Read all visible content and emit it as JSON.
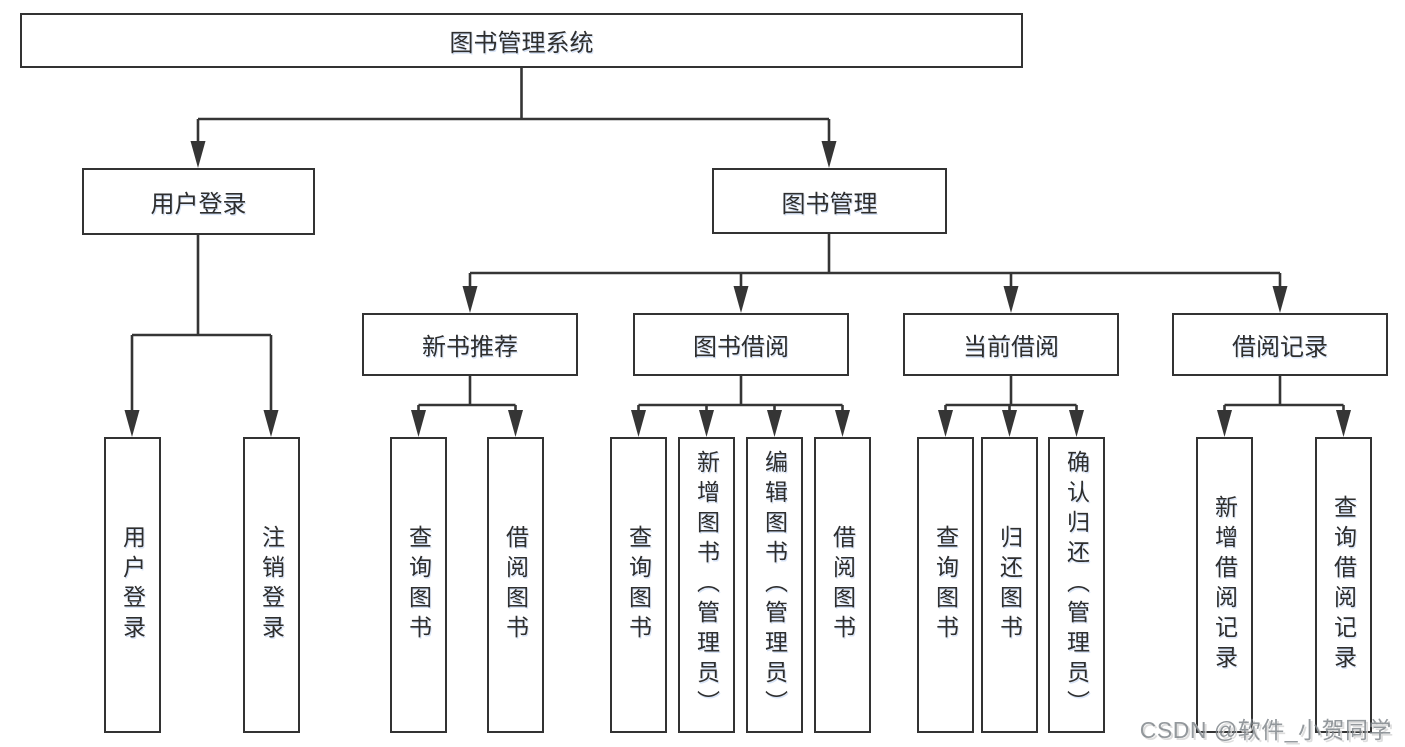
{
  "diagram": {
    "title": "图书管理系统",
    "level1": [
      {
        "id": "user-login",
        "label": "用户登录"
      },
      {
        "id": "book-management",
        "label": "图书管理"
      }
    ],
    "level2": [
      {
        "id": "new-book-recommend",
        "label": "新书推荐"
      },
      {
        "id": "book-borrow",
        "label": "图书借阅"
      },
      {
        "id": "current-borrow",
        "label": "当前借阅"
      },
      {
        "id": "borrow-records",
        "label": "借阅记录"
      }
    ],
    "leaves": {
      "user_login": [
        {
          "label": "用户登录"
        },
        {
          "label": "注销登录"
        }
      ],
      "new_book_recommend": [
        {
          "label": "查询图书"
        },
        {
          "label": "借阅图书"
        }
      ],
      "book_borrow": [
        {
          "label": "查询图书"
        },
        {
          "label": "新增图书（管理员）"
        },
        {
          "label": "编辑图书（管理员）"
        },
        {
          "label": "借阅图书"
        }
      ],
      "current_borrow": [
        {
          "label": "查询图书"
        },
        {
          "label": "归还图书"
        },
        {
          "label": "确认归还（管理员）"
        }
      ],
      "borrow_records": [
        {
          "label": "新增借阅记录"
        },
        {
          "label": "查询借阅记录"
        }
      ]
    }
  },
  "watermark": {
    "text": "CSDN @软件_小贺同学"
  },
  "colors": {
    "line": "#353535",
    "border": "#333333",
    "text": "#2e2e2e",
    "watermark": "#7d8288",
    "background": "#ffffff"
  }
}
